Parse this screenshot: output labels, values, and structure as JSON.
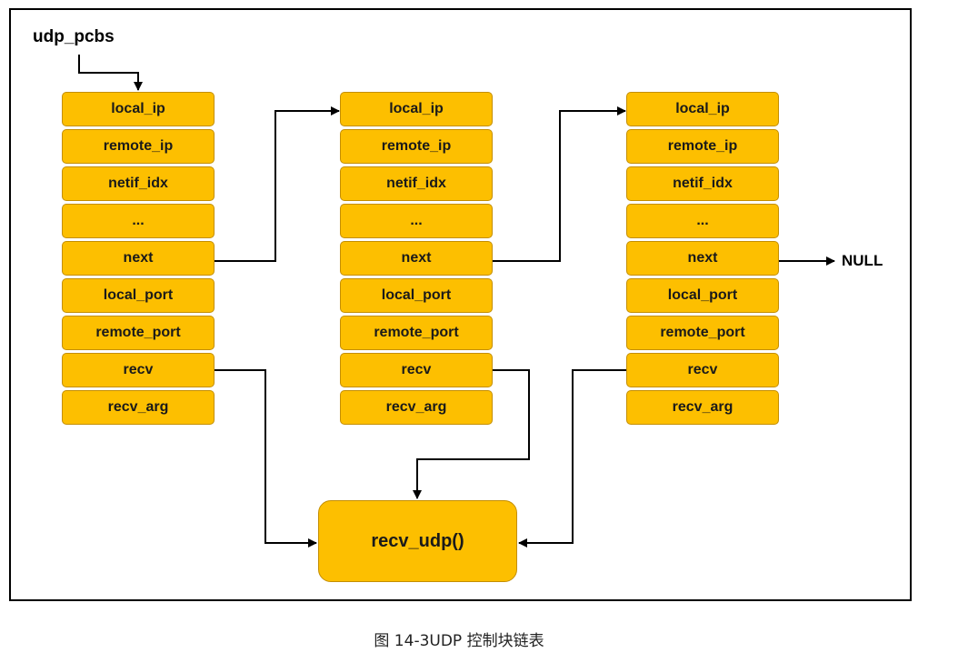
{
  "diagram": {
    "head_label": "udp_pcbs",
    "null_label": "NULL",
    "function_label": "recv_udp()",
    "caption": "图 14-3UDP 控制块链表",
    "pcb_fields": [
      "local_ip",
      "remote_ip",
      "netif_idx",
      "...",
      "next",
      "local_port",
      "remote_port",
      "recv",
      "recv_arg"
    ],
    "colors": {
      "box_fill": "#fdbf00",
      "box_border": "#c48e00",
      "line": "#000000"
    }
  }
}
